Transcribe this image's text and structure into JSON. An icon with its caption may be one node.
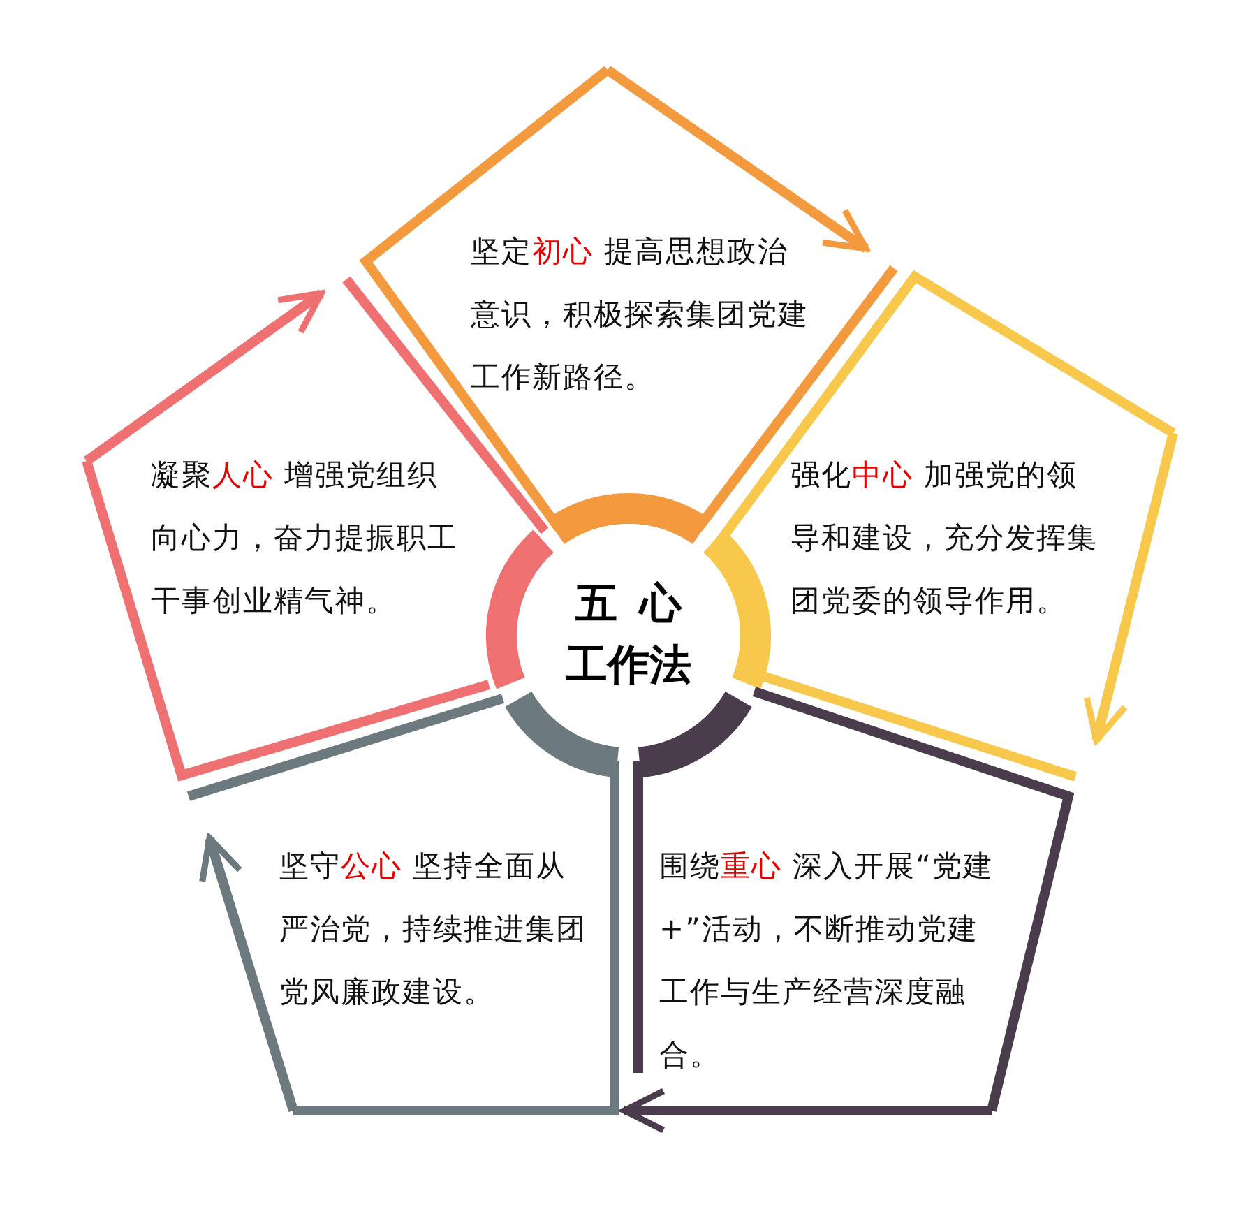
{
  "diagram": {
    "nodes": [
      {
        "text": [
          "五 心工作法"
        ]
      },
      {
        "text": [
          "坚定**初心** 提高思想政治意识，积极探索集团党建工作新路径。"
        ]
      },
      {
        "text": [
          "强化**中心** 加强党的领导和建设，充分发挥集团党委的领导作用。"
        ]
      },
      {
        "text": [
          "围绕**重心** 深入开展“党建+”活动，不断推动党建工作与生产经营深度融合。"
        ]
      },
      {
        "text": [
          "坚守**公心** 坚持全面从严治党，持续推进集团党风廉政建设。"
        ]
      },
      {
        "text": [
          "凝聚**人心** 增强党组织向心力，奋力提振职工干事创业精气神。"
        ]
      }
    ],
    "edges": [
      {
        "from": 1,
        "to": 2,
        "arrow": "to",
        "color": "#f39a3e"
      },
      {
        "from": 2,
        "to": 3,
        "arrow": "to",
        "color": "#f8c84c"
      },
      {
        "from": 3,
        "to": 4,
        "arrow": "to",
        "color": "#4a3c4c"
      },
      {
        "from": 4,
        "to": 5,
        "arrow": "to",
        "color": "#6c7a80"
      },
      {
        "from": 5,
        "to": 1,
        "arrow": "to",
        "color": "#ee7070"
      }
    ]
  }
}
